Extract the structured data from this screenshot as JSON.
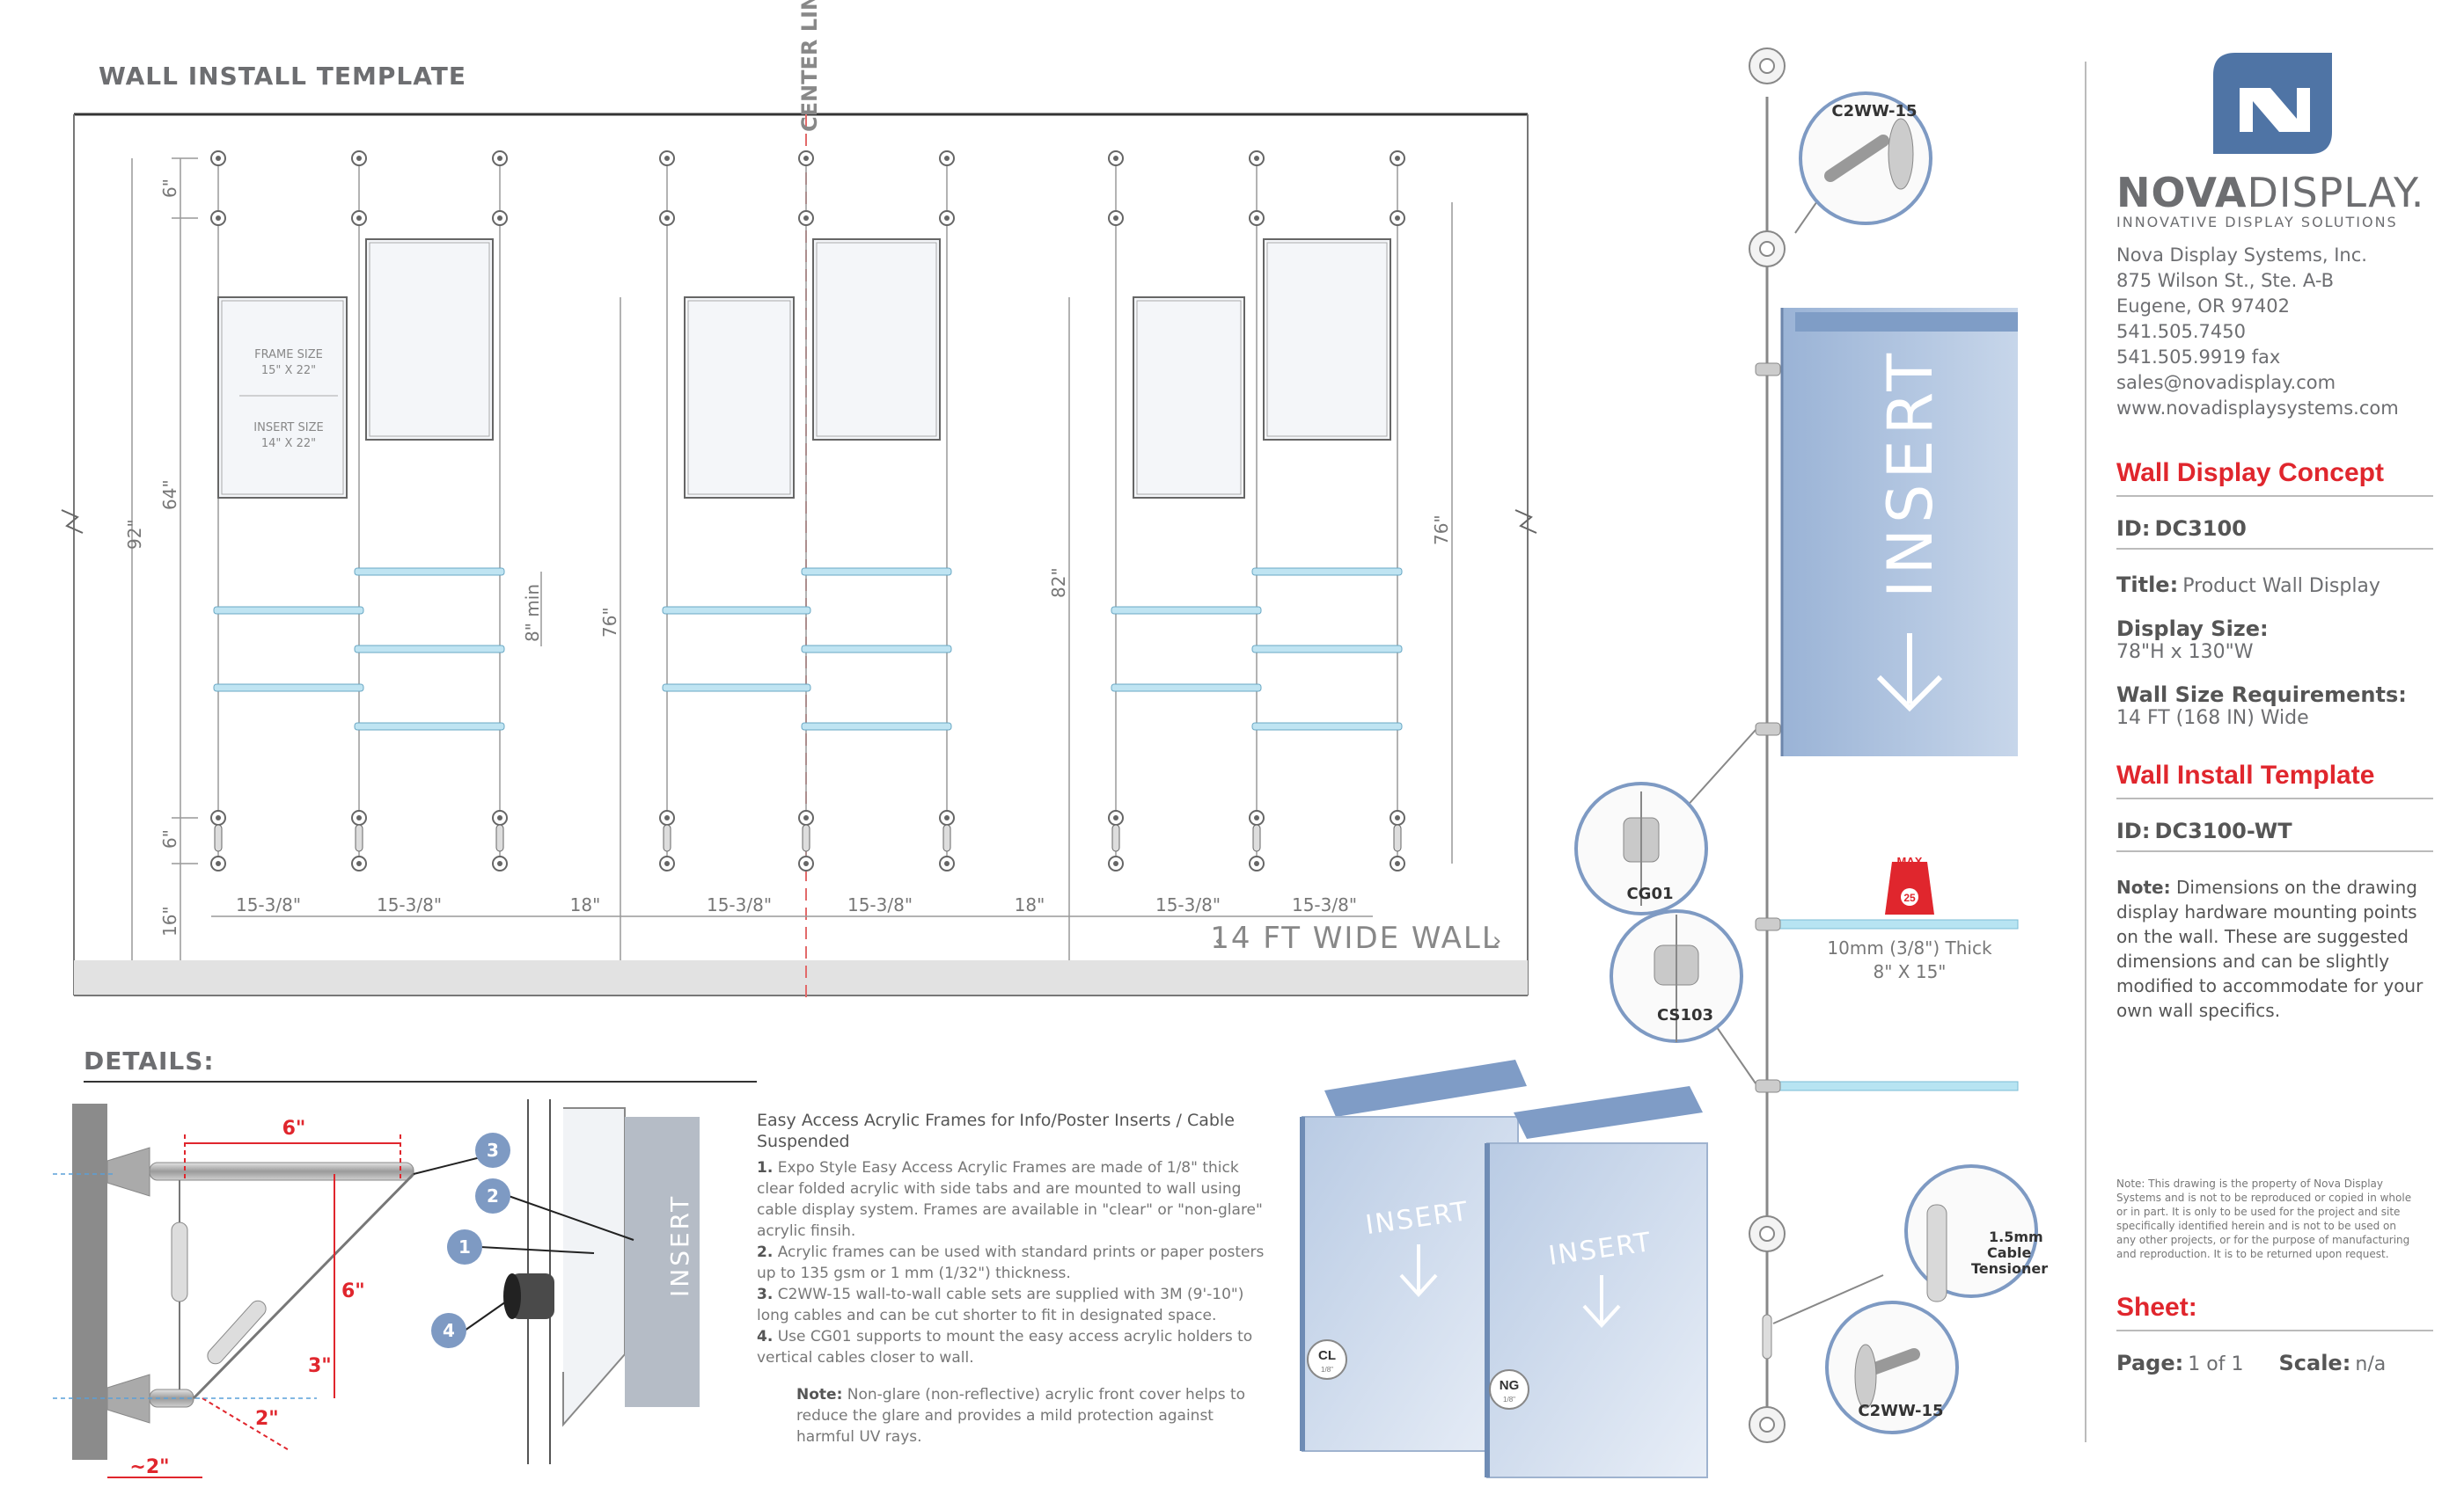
{
  "template": {
    "title": "WALL INSTALL TEMPLATE",
    "center_line": "CENTER LINE",
    "wall_label": "14 FT WIDE WALL",
    "frame_size_label": "FRAME SIZE",
    "frame_size": "15\" X 22\"",
    "insert_size_label": "INSERT SIZE",
    "insert_size": "14\" X 22\"",
    "dims": {
      "d6a": "6\"",
      "d64": "64\"",
      "d92": "92\"",
      "d6b": "6\"",
      "d16": "16\"",
      "d8min": "8\" min",
      "d76a": "76\"",
      "d82": "82\"",
      "d76b": "76\"",
      "w1": "15-3/8\"",
      "w2": "15-3/8\"",
      "w3": "18\"",
      "w4": "15-3/8\"",
      "w5": "15-3/8\"",
      "w6": "18\"",
      "w7": "15-3/8\"",
      "w8": "15-3/8\""
    }
  },
  "details": {
    "title": "DETAILS:",
    "heading": "Easy Access Acrylic Frames for Info/Poster Inserts / Cable Suspended",
    "items": [
      {
        "num": "1.",
        "text": "Expo Style Easy Access Acrylic Frames are made of 1/8\" thick clear folded acrylic with side tabs and are mounted to wall using cable display system. Frames are available in \"clear\" or \"non-glare\" acrylic finsih."
      },
      {
        "num": "2.",
        "text": "Acrylic frames can be used with standard prints or paper posters up to 135 gsm or 1 mm (1/32\") thickness."
      },
      {
        "num": "3.",
        "text": "C2WW-15 wall-to-wall cable sets are supplied with 3M (9'-10\") long cables and can be cut shorter to fit in designated space."
      },
      {
        "num": "4.",
        "text": "Use CG01 supports to mount the easy access acrylic holders to vertical cables closer to wall."
      }
    ],
    "note_label": "Note:",
    "note_text": "Non-glare (non-reflective) acrylic front cover helps to reduce the glare and provides a mild protection against harmful UV rays.",
    "callouts": [
      "1",
      "2",
      "3",
      "4"
    ],
    "dim_labels": {
      "six": "6\"",
      "six_v": "6\"",
      "three": "3\"",
      "two": "2\"",
      "approx2": "~2\""
    },
    "insert_word": "INSERT",
    "cl_badge": "CL",
    "cl_sub": "1/8\"",
    "ng_badge": "NG",
    "ng_sub": "1/8\""
  },
  "hardware": {
    "c2ww_top": "C2WW-15",
    "c2ww_bottom": "C2WW-15",
    "cg01": "CG01",
    "cs103": "CS103",
    "tensioner": "1.5mm Cable Tensioner",
    "insert_word": "INSERT",
    "max_label": "MAX",
    "max_value": "25",
    "shelf_spec_1": "10mm (3/8\") Thick",
    "shelf_spec_2": "8\" X 15\""
  },
  "company": {
    "brand_bold": "NOVA",
    "brand_light": "DISPLAY.",
    "tagline": "INNOVATIVE DISPLAY SOLUTIONS",
    "address": [
      "Nova Display Systems, Inc.",
      "875 Wilson St., Ste. A-B",
      "Eugene, OR 97402",
      "541.505.7450",
      "541.505.9919 fax",
      "sales@novadisplay.com",
      "www.novadisplaysystems.com"
    ]
  },
  "concept": {
    "heading": "Wall Display Concept",
    "id_label": "ID:",
    "id_value": "DC3100",
    "title_label": "Title:",
    "title_value": "Product Wall Display",
    "size_label": "Display Size:",
    "size_value": "78\"H x 130\"W",
    "wall_label": "Wall Size Requirements:",
    "wall_value": "14 FT (168 IN) Wide"
  },
  "install": {
    "heading": "Wall Install Template",
    "id_label": "ID:",
    "id_value": "DC3100-WT",
    "note_label": "Note:",
    "note_text": "Dimensions on the drawing display hardware mounting points on the wall. These are suggested dimensions and can be slightly modified to accommodate for your own wall specifics."
  },
  "legal": "Note: This drawing is the property of Nova Display Systems and is not to be reproduced or copied in whole or in part. It is only to be used for the project and site specifically identified herein and is not to be used on any other projects, or for the purpose of manufacturing and reproduction. It is to be returned upon request.",
  "sheet": {
    "heading": "Sheet:",
    "page_label": "Page:",
    "page_value": "1 of 1",
    "scale_label": "Scale:",
    "scale_value": "n/a"
  },
  "colors": {
    "accent_red": "#e0262d",
    "brand_blue": "#4f74a5",
    "insert_blue": "#8aa6cf",
    "shelf_blue": "#9fd4e8",
    "callout_blue": "#7e9ac3"
  }
}
